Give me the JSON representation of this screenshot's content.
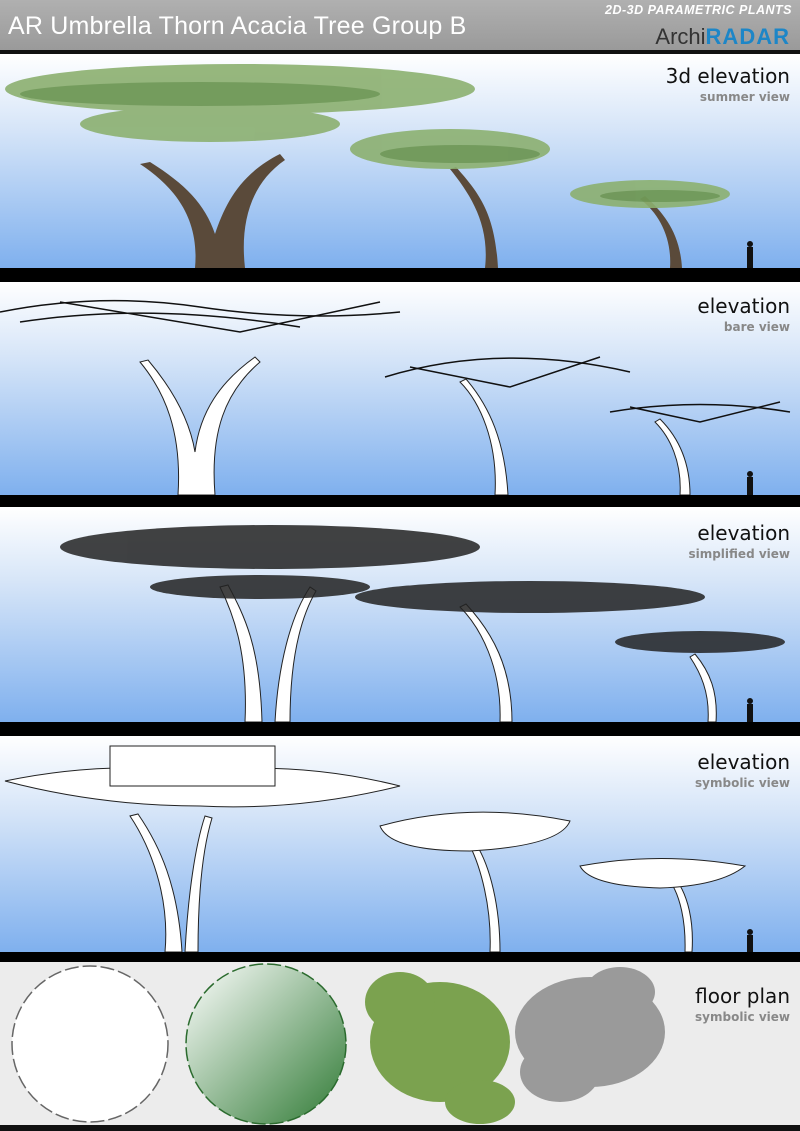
{
  "header": {
    "title": "AR Umbrella Thorn Acacia Tree Group B",
    "tagline": "2D-3D PARAMETRIC PLANTS",
    "brand_part1": "Archi",
    "brand_part2": "RADAR"
  },
  "panels": [
    {
      "main": "3d elevation",
      "sub": "summer view"
    },
    {
      "main": "elevation",
      "sub": "bare view"
    },
    {
      "main": "elevation",
      "sub": "simplified view"
    },
    {
      "main": "elevation",
      "sub": "symbolic view"
    },
    {
      "main": "floor plan",
      "sub": "symbolic view"
    }
  ],
  "colors": {
    "brand_blue": "#1d86c7",
    "foliage_green": "#7aa85a",
    "sky_blue": "#7fb0ee"
  }
}
